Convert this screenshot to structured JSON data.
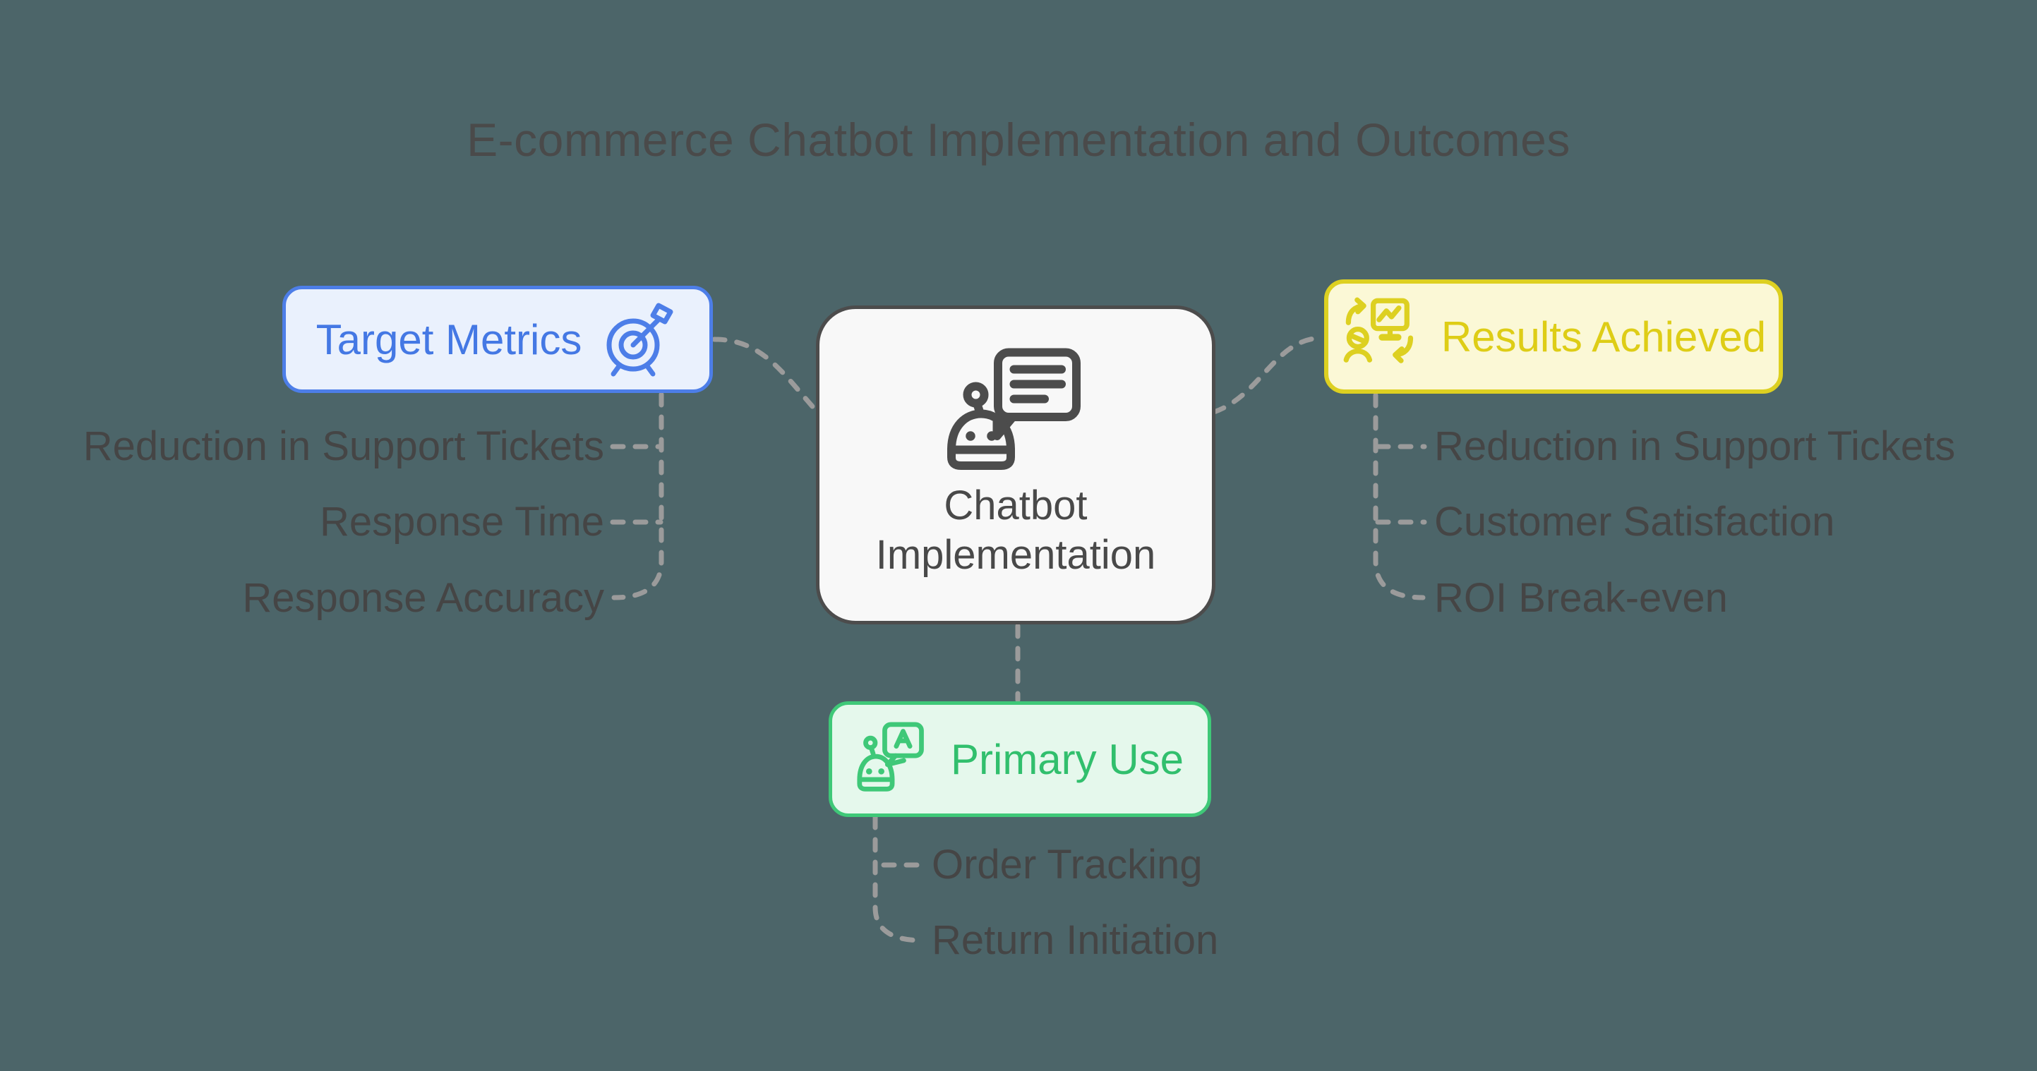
{
  "title": "E-commerce Chatbot Implementation and Outcomes",
  "root": {
    "label_lines": [
      "Chatbot",
      "Implementation"
    ],
    "icon": "chatbot-speech-bubble-icon"
  },
  "branches": [
    {
      "name": "Target Metrics",
      "side": "left",
      "icon": "dartboard-arrow-icon",
      "items": [
        "Reduction in Support Tickets",
        "Response Time",
        "Response Accuracy"
      ]
    },
    {
      "name": "Results Achieved",
      "side": "right",
      "icon": "person-presenting-chart-icon",
      "items": [
        "Reduction in Support Tickets",
        "Customer Satisfaction",
        "ROI Break-even"
      ]
    },
    {
      "name": "Primary Use",
      "side": "bottom",
      "icon": "chatbot-answer-bubble-icon",
      "items": [
        "Order Tracking",
        "Return Initiation"
      ]
    }
  ],
  "colors": {
    "canvas-bg": "#4c6569",
    "title-text": "#4a4a4a",
    "node-text": "#494949",
    "item-text": "#454545",
    "root-fill": "#f8f8f8",
    "root-border": "#4c4c4c",
    "blue-fill": "#eaf1fd",
    "blue-border": "#4d7ee8",
    "blue-text": "#4478e4",
    "yellow-fill": "#fbf8d6",
    "yellow-border": "#ddd021",
    "yellow-text": "#decd16",
    "green-fill": "#e5f8ec",
    "green-border": "#3fc878",
    "green-text": "#31bf6d",
    "connector": "#9b9b9b"
  }
}
